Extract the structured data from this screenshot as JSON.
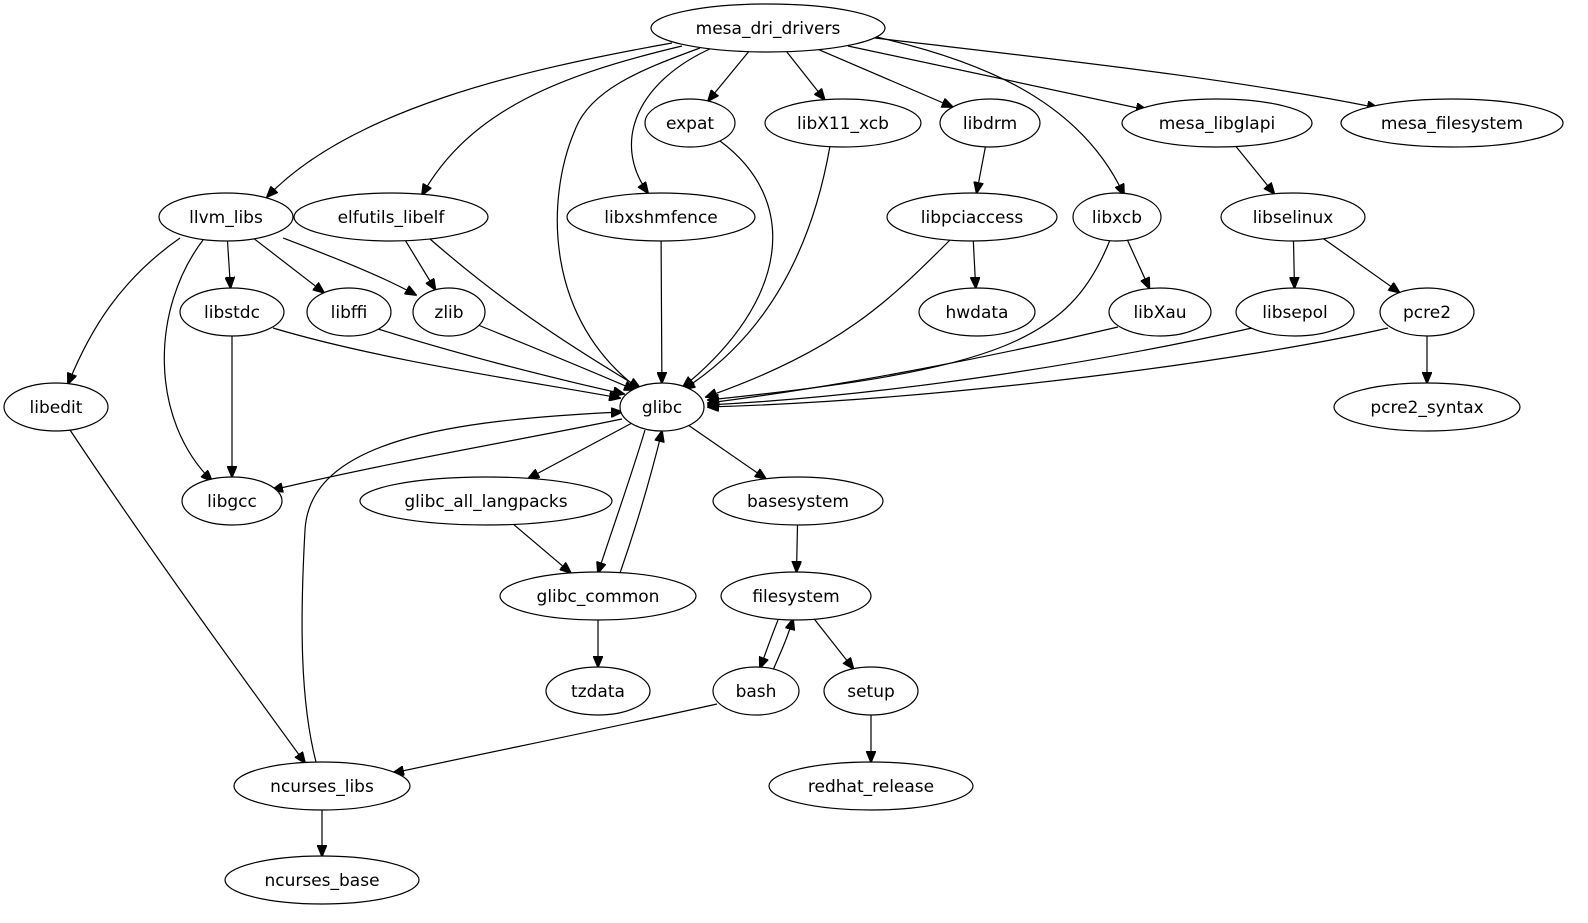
{
  "diagram": {
    "type": "directed-graph",
    "colors": {
      "stroke": "#000000",
      "fill": "#ffffff",
      "background": "#ffffff"
    },
    "nodes": [
      {
        "id": "mesa_dri_drivers",
        "label": "mesa_dri_drivers"
      },
      {
        "id": "expat",
        "label": "expat"
      },
      {
        "id": "libX11_xcb",
        "label": "libX11_xcb"
      },
      {
        "id": "libdrm",
        "label": "libdrm"
      },
      {
        "id": "mesa_libglapi",
        "label": "mesa_libglapi"
      },
      {
        "id": "mesa_filesystem",
        "label": "mesa_filesystem"
      },
      {
        "id": "llvm_libs",
        "label": "llvm_libs"
      },
      {
        "id": "elfutils_libelf",
        "label": "elfutils_libelf"
      },
      {
        "id": "libxshmfence",
        "label": "libxshmfence"
      },
      {
        "id": "libpciaccess",
        "label": "libpciaccess"
      },
      {
        "id": "libxcb",
        "label": "libxcb"
      },
      {
        "id": "libselinux",
        "label": "libselinux"
      },
      {
        "id": "libstdc",
        "label": "libstdc"
      },
      {
        "id": "libffi",
        "label": "libffi"
      },
      {
        "id": "zlib",
        "label": "zlib"
      },
      {
        "id": "hwdata",
        "label": "hwdata"
      },
      {
        "id": "libXau",
        "label": "libXau"
      },
      {
        "id": "libsepol",
        "label": "libsepol"
      },
      {
        "id": "pcre2",
        "label": "pcre2"
      },
      {
        "id": "libedit",
        "label": "libedit"
      },
      {
        "id": "glibc",
        "label": "glibc"
      },
      {
        "id": "pcre2_syntax",
        "label": "pcre2_syntax"
      },
      {
        "id": "libgcc",
        "label": "libgcc"
      },
      {
        "id": "glibc_all_langpacks",
        "label": "glibc_all_langpacks"
      },
      {
        "id": "basesystem",
        "label": "basesystem"
      },
      {
        "id": "glibc_common",
        "label": "glibc_common"
      },
      {
        "id": "filesystem",
        "label": "filesystem"
      },
      {
        "id": "tzdata",
        "label": "tzdata"
      },
      {
        "id": "bash",
        "label": "bash"
      },
      {
        "id": "setup",
        "label": "setup"
      },
      {
        "id": "ncurses_libs",
        "label": "ncurses_libs"
      },
      {
        "id": "redhat_release",
        "label": "redhat_release"
      },
      {
        "id": "ncurses_base",
        "label": "ncurses_base"
      }
    ],
    "edges": [
      {
        "from": "mesa_dri_drivers",
        "to": "llvm_libs"
      },
      {
        "from": "mesa_dri_drivers",
        "to": "elfutils_libelf"
      },
      {
        "from": "mesa_dri_drivers",
        "to": "glibc"
      },
      {
        "from": "mesa_dri_drivers",
        "to": "libxshmfence"
      },
      {
        "from": "mesa_dri_drivers",
        "to": "expat"
      },
      {
        "from": "mesa_dri_drivers",
        "to": "libX11_xcb"
      },
      {
        "from": "mesa_dri_drivers",
        "to": "libdrm"
      },
      {
        "from": "mesa_dri_drivers",
        "to": "libxcb"
      },
      {
        "from": "mesa_dri_drivers",
        "to": "mesa_libglapi"
      },
      {
        "from": "mesa_dri_drivers",
        "to": "mesa_filesystem"
      },
      {
        "from": "expat",
        "to": "glibc"
      },
      {
        "from": "libX11_xcb",
        "to": "glibc"
      },
      {
        "from": "libdrm",
        "to": "libpciaccess"
      },
      {
        "from": "mesa_libglapi",
        "to": "libselinux"
      },
      {
        "from": "llvm_libs",
        "to": "libedit"
      },
      {
        "from": "llvm_libs",
        "to": "libgcc"
      },
      {
        "from": "llvm_libs",
        "to": "libstdc"
      },
      {
        "from": "llvm_libs",
        "to": "libffi"
      },
      {
        "from": "llvm_libs",
        "to": "zlib"
      },
      {
        "from": "elfutils_libelf",
        "to": "zlib"
      },
      {
        "from": "elfutils_libelf",
        "to": "glibc"
      },
      {
        "from": "libxshmfence",
        "to": "glibc"
      },
      {
        "from": "libpciaccess",
        "to": "hwdata"
      },
      {
        "from": "libpciaccess",
        "to": "glibc"
      },
      {
        "from": "libxcb",
        "to": "libXau"
      },
      {
        "from": "libxcb",
        "to": "glibc"
      },
      {
        "from": "libselinux",
        "to": "libsepol"
      },
      {
        "from": "libselinux",
        "to": "pcre2"
      },
      {
        "from": "libstdc",
        "to": "libgcc"
      },
      {
        "from": "libstdc",
        "to": "glibc"
      },
      {
        "from": "libffi",
        "to": "glibc"
      },
      {
        "from": "zlib",
        "to": "glibc"
      },
      {
        "from": "libXau",
        "to": "glibc"
      },
      {
        "from": "libsepol",
        "to": "glibc"
      },
      {
        "from": "pcre2",
        "to": "glibc"
      },
      {
        "from": "pcre2",
        "to": "pcre2_syntax"
      },
      {
        "from": "libedit",
        "to": "ncurses_libs"
      },
      {
        "from": "glibc",
        "to": "libgcc"
      },
      {
        "from": "glibc",
        "to": "glibc_all_langpacks"
      },
      {
        "from": "glibc",
        "to": "glibc_common"
      },
      {
        "from": "glibc",
        "to": "basesystem"
      },
      {
        "from": "glibc_all_langpacks",
        "to": "glibc_common"
      },
      {
        "from": "glibc_common",
        "to": "glibc"
      },
      {
        "from": "glibc_common",
        "to": "tzdata"
      },
      {
        "from": "basesystem",
        "to": "filesystem"
      },
      {
        "from": "filesystem",
        "to": "bash"
      },
      {
        "from": "filesystem",
        "to": "setup"
      },
      {
        "from": "bash",
        "to": "filesystem"
      },
      {
        "from": "bash",
        "to": "ncurses_libs"
      },
      {
        "from": "setup",
        "to": "redhat_release"
      },
      {
        "from": "ncurses_libs",
        "to": "glibc"
      },
      {
        "from": "ncurses_libs",
        "to": "ncurses_base"
      }
    ]
  }
}
